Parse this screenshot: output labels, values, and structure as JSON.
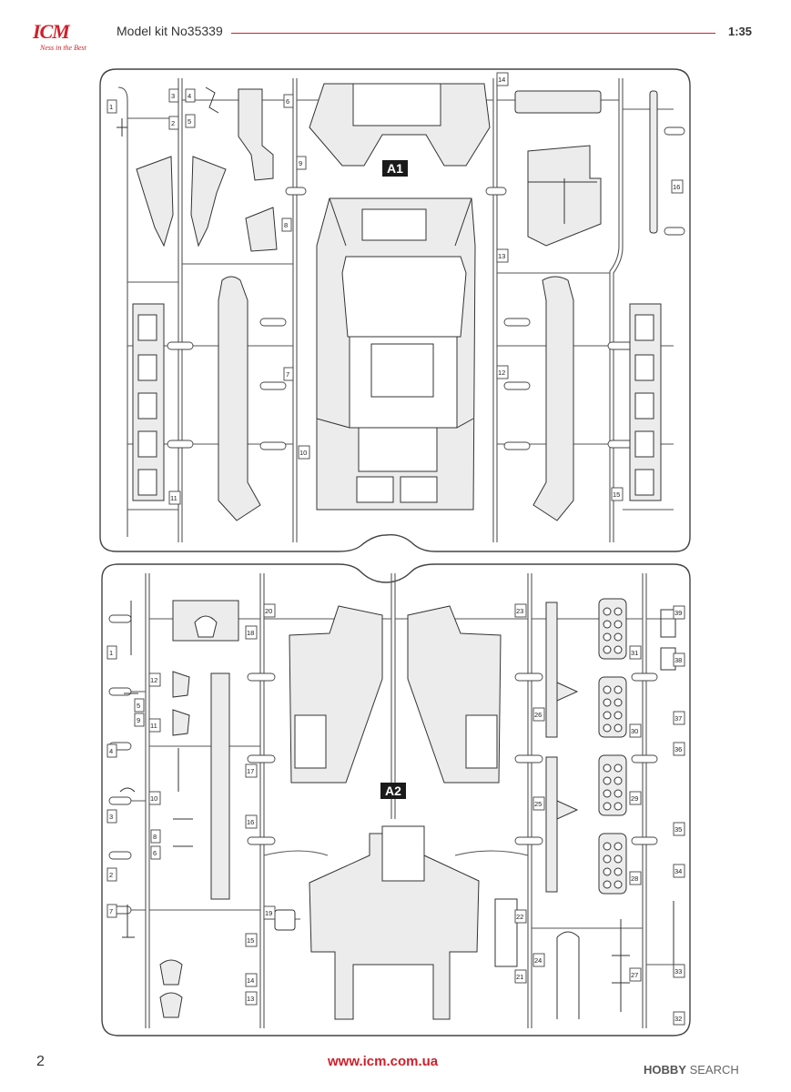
{
  "header": {
    "logo_text": "ICM",
    "logo_tagline": "Ness in the Best",
    "title": "Model kit No35339",
    "scale": "1:35"
  },
  "sprues": [
    {
      "label": "A1"
    },
    {
      "label": "A2"
    }
  ],
  "part_numbers_a1": [
    "1",
    "2",
    "3",
    "4",
    "5",
    "6",
    "7",
    "8",
    "9",
    "10",
    "11",
    "12",
    "13",
    "14",
    "15",
    "16"
  ],
  "part_numbers_a2": [
    "1",
    "2",
    "3",
    "4",
    "5",
    "6",
    "7",
    "8",
    "9",
    "10",
    "11",
    "12",
    "13",
    "14",
    "15",
    "16",
    "17",
    "18",
    "19",
    "20",
    "21",
    "22",
    "23",
    "24",
    "25",
    "26",
    "27",
    "28",
    "29",
    "30",
    "31",
    "32",
    "33",
    "34",
    "35",
    "36",
    "37",
    "38",
    "39"
  ],
  "footer": {
    "page_number": "2",
    "url": "www.icm.com.ua",
    "watermark_brand": "HOBBY",
    "watermark_word": "SEARCH"
  },
  "colors": {
    "accent": "#d01f2a",
    "line": "#333333",
    "fill": "#e9e9e9"
  }
}
